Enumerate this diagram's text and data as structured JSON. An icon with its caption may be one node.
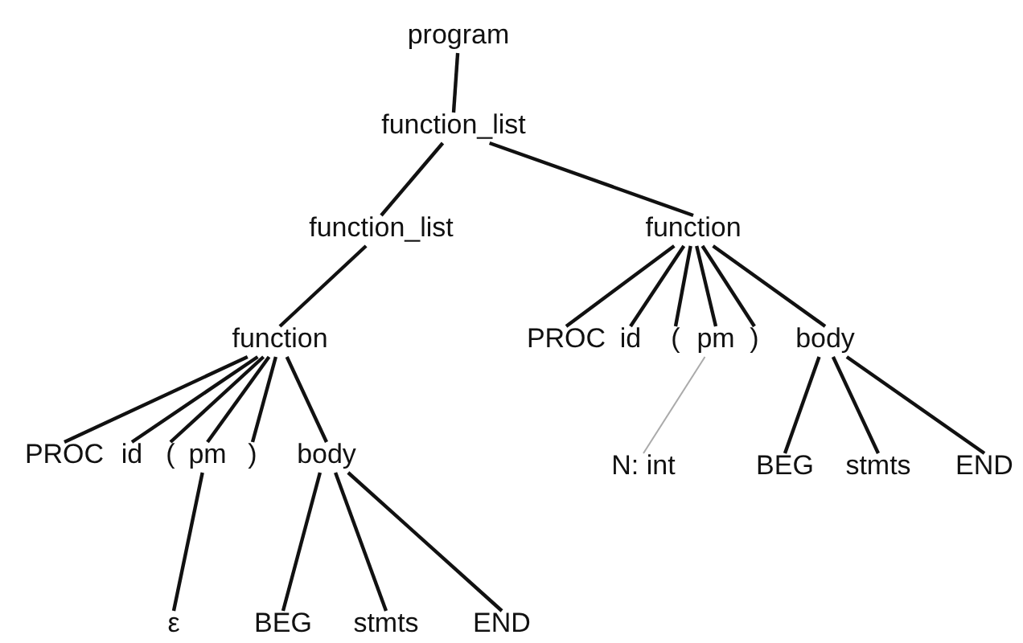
{
  "diagram": {
    "nodes": [
      {
        "text": [
          "program"
        ]
      },
      {
        "text": [
          "function_list"
        ]
      },
      {
        "text": [
          "function_list"
        ]
      },
      {
        "text": [
          "function"
        ]
      },
      {
        "text": [
          "function"
        ]
      },
      {
        "text": [
          "PROC"
        ]
      },
      {
        "text": [
          "id"
        ]
      },
      {
        "text": [
          "("
        ]
      },
      {
        "text": [
          "pm"
        ]
      },
      {
        "text": [
          ")"
        ]
      },
      {
        "text": [
          "body"
        ]
      },
      {
        "text": [
          "ε"
        ]
      },
      {
        "text": [
          "BEG"
        ]
      },
      {
        "text": [
          "stmts"
        ]
      },
      {
        "text": [
          "END"
        ]
      },
      {
        "text": [
          "PROC"
        ]
      },
      {
        "text": [
          "id"
        ]
      },
      {
        "text": [
          "("
        ]
      },
      {
        "text": [
          "pm"
        ]
      },
      {
        "text": [
          ")"
        ]
      },
      {
        "text": [
          "body"
        ]
      },
      {
        "text": [
          "N: int"
        ]
      },
      {
        "text": [
          "BEG"
        ]
      },
      {
        "text": [
          "stmts"
        ]
      },
      {
        "text": [
          "END"
        ]
      }
    ],
    "edges": [
      {
        "from": 0,
        "to": 1,
        "arrow": "none"
      },
      {
        "from": 1,
        "to": 2,
        "arrow": "none"
      },
      {
        "from": 1,
        "to": 3,
        "arrow": "none"
      },
      {
        "from": 2,
        "to": 4,
        "arrow": "none"
      },
      {
        "from": 4,
        "to": 5,
        "arrow": "none"
      },
      {
        "from": 4,
        "to": 6,
        "arrow": "none"
      },
      {
        "from": 4,
        "to": 7,
        "arrow": "none"
      },
      {
        "from": 4,
        "to": 8,
        "arrow": "none"
      },
      {
        "from": 4,
        "to": 9,
        "arrow": "none"
      },
      {
        "from": 4,
        "to": 10,
        "arrow": "none"
      },
      {
        "from": 8,
        "to": 11,
        "arrow": "none"
      },
      {
        "from": 10,
        "to": 12,
        "arrow": "none"
      },
      {
        "from": 10,
        "to": 13,
        "arrow": "none"
      },
      {
        "from": 10,
        "to": 14,
        "arrow": "none"
      },
      {
        "from": 3,
        "to": 15,
        "arrow": "none"
      },
      {
        "from": 3,
        "to": 16,
        "arrow": "none"
      },
      {
        "from": 3,
        "to": 17,
        "arrow": "none"
      },
      {
        "from": 3,
        "to": 18,
        "arrow": "none"
      },
      {
        "from": 3,
        "to": 19,
        "arrow": "none"
      },
      {
        "from": 3,
        "to": 20,
        "arrow": "none"
      },
      {
        "from": 18,
        "to": 21,
        "arrow": "none",
        "color": "#aaaaaa"
      },
      {
        "from": 20,
        "to": 22,
        "arrow": "none"
      },
      {
        "from": 20,
        "to": 23,
        "arrow": "none"
      },
      {
        "from": 20,
        "to": 24,
        "arrow": "none"
      }
    ]
  }
}
